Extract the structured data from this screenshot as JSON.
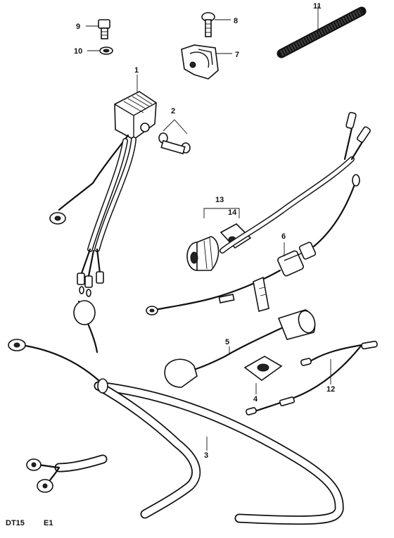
{
  "callouts": {
    "p1": "1",
    "p2": "2",
    "p3": "3",
    "p4": "4",
    "p5": "5",
    "p6": "6",
    "p7": "7",
    "p8": "8",
    "p9": "9",
    "p10": "10",
    "p11": "11",
    "p12": "12",
    "p13": "13",
    "p14": "14"
  },
  "footer": {
    "model": "DT15",
    "code": "E1"
  }
}
